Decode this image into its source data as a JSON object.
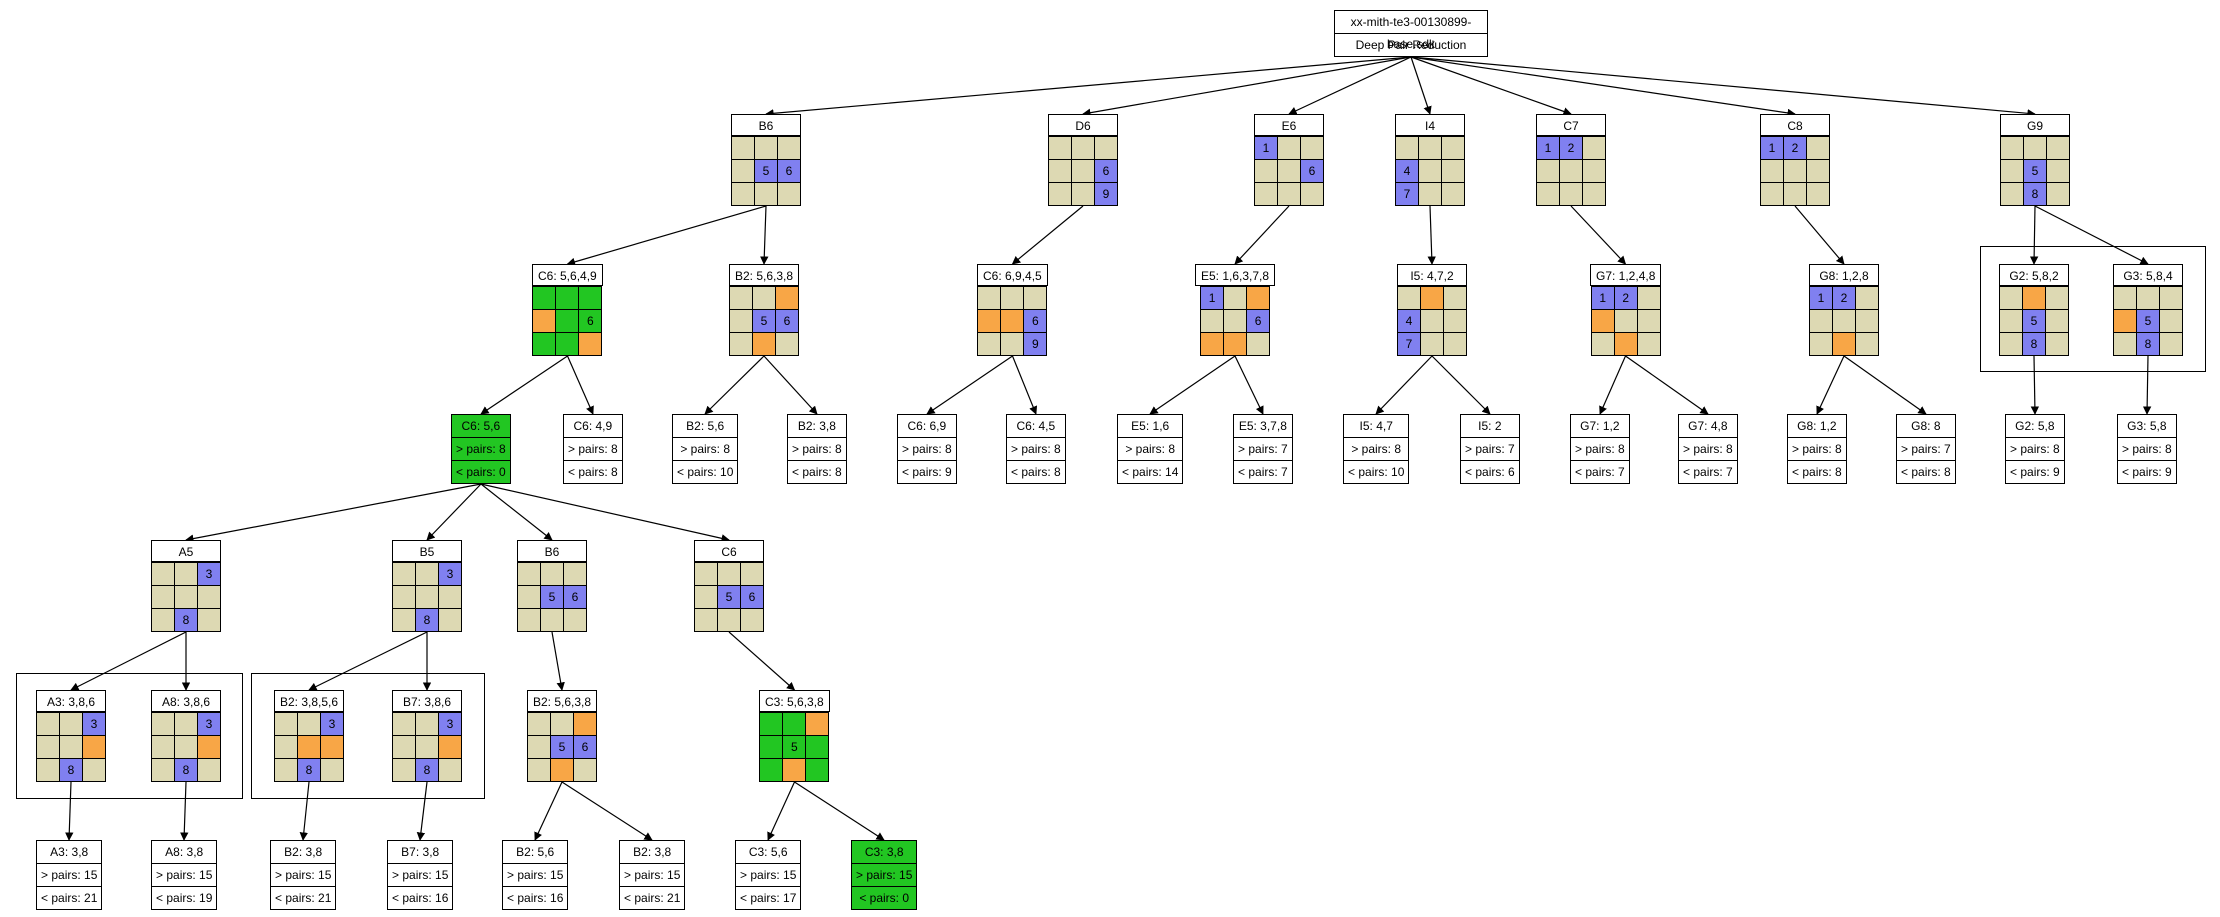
{
  "root": {
    "title": "xx-mith-te3-00130899-base.sdk",
    "subtitle": "Deep Pair Reduction"
  },
  "pair_labels": {
    "gt": "> pairs:",
    "lt": "< pairs:"
  },
  "grid_nodes": {
    "B6a": {
      "title": "B6",
      "cells": [
        "g",
        "g",
        "g",
        "g",
        "b5",
        "b6",
        "g",
        "g",
        "g"
      ]
    },
    "D6": {
      "title": "D6",
      "cells": [
        "g",
        "g",
        "g",
        "g",
        "g",
        "b6",
        "g",
        "g",
        "b9"
      ]
    },
    "E6": {
      "title": "E6",
      "cells": [
        "b1",
        "g",
        "g",
        "g",
        "g",
        "b6",
        "g",
        "g",
        "g"
      ]
    },
    "I4": {
      "title": "I4",
      "cells": [
        "g",
        "g",
        "g",
        "b4",
        "g",
        "g",
        "b7",
        "g",
        "g"
      ]
    },
    "C7": {
      "title": "C7",
      "cells": [
        "b1",
        "b2",
        "g",
        "g",
        "g",
        "g",
        "g",
        "g",
        "g"
      ]
    },
    "C8": {
      "title": "C8",
      "cells": [
        "b1",
        "b2",
        "g",
        "g",
        "g",
        "g",
        "g",
        "g",
        "g"
      ]
    },
    "G9": {
      "title": "G9",
      "cells": [
        "g",
        "g",
        "g",
        "g",
        "b5",
        "g",
        "g",
        "b8",
        "g"
      ]
    },
    "C6a": {
      "title": "C6: 5,6,4,9",
      "cells": [
        "G",
        "G",
        "G",
        "o",
        "G",
        "G6",
        "G",
        "G",
        "o"
      ]
    },
    "B2a": {
      "title": "B2: 5,6,3,8",
      "cells": [
        "g",
        "g",
        "o",
        "g",
        "b5",
        "b6",
        "g",
        "o",
        "g"
      ]
    },
    "C6b": {
      "title": "C6: 6,9,4,5",
      "cells": [
        "g",
        "g",
        "g",
        "o",
        "o",
        "b6",
        "g",
        "g",
        "b9"
      ]
    },
    "E5": {
      "title": "E5: 1,6,3,7,8",
      "cells": [
        "b1",
        "g",
        "o",
        "g",
        "g",
        "b6",
        "o",
        "o",
        "g"
      ]
    },
    "I5": {
      "title": "I5: 4,7,2",
      "cells": [
        "g",
        "o",
        "g",
        "b4",
        "g",
        "g",
        "b7",
        "g",
        "g"
      ]
    },
    "G7": {
      "title": "G7: 1,2,4,8",
      "cells": [
        "b1",
        "b2",
        "g",
        "o",
        "g",
        "g",
        "g",
        "o",
        "g"
      ]
    },
    "G8": {
      "title": "G8: 1,2,8",
      "cells": [
        "b1",
        "b2",
        "g",
        "g",
        "g",
        "g",
        "g",
        "o",
        "g"
      ]
    },
    "G2": {
      "title": "G2: 5,8,2",
      "cells": [
        "g",
        "o",
        "g",
        "g",
        "b5",
        "g",
        "g",
        "b8",
        "g"
      ]
    },
    "G3": {
      "title": "G3: 5,8,4",
      "cells": [
        "g",
        "g",
        "g",
        "o",
        "b5",
        "g",
        "g",
        "b8",
        "g"
      ]
    },
    "A5": {
      "title": "A5",
      "cells": [
        "g",
        "g",
        "b3",
        "g",
        "g",
        "g",
        "g",
        "b8",
        "g"
      ]
    },
    "B5": {
      "title": "B5",
      "cells": [
        "g",
        "g",
        "b3",
        "g",
        "g",
        "g",
        "g",
        "b8",
        "g"
      ]
    },
    "B6b": {
      "title": "B6",
      "cells": [
        "g",
        "g",
        "g",
        "g",
        "b5",
        "b6",
        "g",
        "g",
        "g"
      ]
    },
    "C6c": {
      "title": "C6",
      "cells": [
        "g",
        "g",
        "g",
        "g",
        "b5",
        "b6",
        "g",
        "g",
        "g"
      ]
    },
    "A3": {
      "title": "A3: 3,8,6",
      "cells": [
        "g",
        "g",
        "b3",
        "g",
        "g",
        "o",
        "g",
        "b8",
        "g"
      ]
    },
    "A8": {
      "title": "A8: 3,8,6",
      "cells": [
        "g",
        "g",
        "b3",
        "g",
        "g",
        "o",
        "g",
        "b8",
        "g"
      ]
    },
    "B2b": {
      "title": "B2: 3,8,5,6",
      "cells": [
        "g",
        "g",
        "b3",
        "g",
        "o",
        "o",
        "g",
        "b8",
        "g"
      ]
    },
    "B7": {
      "title": "B7: 3,8,6",
      "cells": [
        "g",
        "g",
        "b3",
        "g",
        "g",
        "o",
        "g",
        "b8",
        "g"
      ]
    },
    "B2c": {
      "title": "B2: 5,6,3,8",
      "cells": [
        "g",
        "g",
        "o",
        "g",
        "b5",
        "b6",
        "g",
        "o",
        "g"
      ]
    },
    "C3": {
      "title": "C3: 5,6,3,8",
      "cells": [
        "G",
        "G",
        "o",
        "G",
        "G5",
        "G",
        "G",
        "o",
        "G"
      ]
    }
  },
  "leaf_nodes": {
    "C6_56": {
      "title": "C6: 5,6",
      "gt": "8",
      "lt": "0",
      "win": true
    },
    "C6_49": {
      "title": "C6: 4,9",
      "gt": "8",
      "lt": "8",
      "win": false
    },
    "B2_56": {
      "title": "B2: 5,6",
      "gt": "8",
      "lt": "10",
      "win": false
    },
    "B2_38": {
      "title": "B2: 3,8",
      "gt": "8",
      "lt": "8",
      "win": false
    },
    "C6_69": {
      "title": "C6: 6,9",
      "gt": "8",
      "lt": "9",
      "win": false
    },
    "C6_45": {
      "title": "C6: 4,5",
      "gt": "8",
      "lt": "8",
      "win": false
    },
    "E5_16": {
      "title": "E5: 1,6",
      "gt": "8",
      "lt": "14",
      "win": false
    },
    "E5_378": {
      "title": "E5: 3,7,8",
      "gt": "7",
      "lt": "7",
      "win": false
    },
    "I5_47": {
      "title": "I5: 4,7",
      "gt": "8",
      "lt": "10",
      "win": false
    },
    "I5_2": {
      "title": "I5: 2",
      "gt": "7",
      "lt": "6",
      "win": false
    },
    "G7_12": {
      "title": "G7: 1,2",
      "gt": "8",
      "lt": "7",
      "win": false
    },
    "G7_48": {
      "title": "G7: 4,8",
      "gt": "8",
      "lt": "7",
      "win": false
    },
    "G8_12": {
      "title": "G8: 1,2",
      "gt": "8",
      "lt": "8",
      "win": false
    },
    "G8_8": {
      "title": "G8: 8",
      "gt": "7",
      "lt": "8",
      "win": false
    },
    "G2_58": {
      "title": "G2: 5,8",
      "gt": "8",
      "lt": "9",
      "win": false
    },
    "G3_58": {
      "title": "G3: 5,8",
      "gt": "8",
      "lt": "9",
      "win": false
    },
    "A3_38": {
      "title": "A3: 3,8",
      "gt": "15",
      "lt": "21",
      "win": false
    },
    "A8_38": {
      "title": "A8: 3,8",
      "gt": "15",
      "lt": "19",
      "win": false
    },
    "B2b_38": {
      "title": "B2: 3,8",
      "gt": "15",
      "lt": "21",
      "win": false
    },
    "B7_38": {
      "title": "B7: 3,8",
      "gt": "15",
      "lt": "16",
      "win": false
    },
    "B2c_56": {
      "title": "B2: 5,6",
      "gt": "15",
      "lt": "16",
      "win": false
    },
    "B2c_38": {
      "title": "B2: 3,8",
      "gt": "15",
      "lt": "21",
      "win": false
    },
    "C3_56": {
      "title": "C3: 5,6",
      "gt": "15",
      "lt": "17",
      "win": false
    },
    "C3_38": {
      "title": "C3: 3,8",
      "gt": "15",
      "lt": "0",
      "win": true
    }
  },
  "edges": [
    [
      "root",
      "B6a"
    ],
    [
      "root",
      "D6"
    ],
    [
      "root",
      "E6"
    ],
    [
      "root",
      "I4"
    ],
    [
      "root",
      "C7"
    ],
    [
      "root",
      "C8"
    ],
    [
      "root",
      "G9"
    ],
    [
      "B6a",
      "C6a"
    ],
    [
      "B6a",
      "B2a"
    ],
    [
      "D6",
      "C6b"
    ],
    [
      "E6",
      "E5"
    ],
    [
      "I4",
      "I5"
    ],
    [
      "C7",
      "G7"
    ],
    [
      "C8",
      "G8"
    ],
    [
      "G9",
      "G2"
    ],
    [
      "G9",
      "G3"
    ],
    [
      "C6a",
      "C6_56"
    ],
    [
      "C6a",
      "C6_49"
    ],
    [
      "B2a",
      "B2_56"
    ],
    [
      "B2a",
      "B2_38"
    ],
    [
      "C6b",
      "C6_69"
    ],
    [
      "C6b",
      "C6_45"
    ],
    [
      "E5",
      "E5_16"
    ],
    [
      "E5",
      "E5_378"
    ],
    [
      "I5",
      "I5_47"
    ],
    [
      "I5",
      "I5_2"
    ],
    [
      "G7",
      "G7_12"
    ],
    [
      "G7",
      "G7_48"
    ],
    [
      "G8",
      "G8_12"
    ],
    [
      "G8",
      "G8_8"
    ],
    [
      "G2",
      "G2_58"
    ],
    [
      "G3",
      "G3_58"
    ],
    [
      "C6_56",
      "A5"
    ],
    [
      "C6_56",
      "B5"
    ],
    [
      "C6_56",
      "B6b"
    ],
    [
      "C6_56",
      "C6c"
    ],
    [
      "A5",
      "A3"
    ],
    [
      "A5",
      "A8"
    ],
    [
      "B5",
      "B2b"
    ],
    [
      "B5",
      "B7"
    ],
    [
      "B6b",
      "B2c"
    ],
    [
      "C6c",
      "C3"
    ],
    [
      "A3",
      "A3_38"
    ],
    [
      "A8",
      "A8_38"
    ],
    [
      "B2b",
      "B2b_38"
    ],
    [
      "B7",
      "B7_38"
    ],
    [
      "B2c",
      "B2c_56"
    ],
    [
      "B2c",
      "B2c_38"
    ],
    [
      "C3",
      "C3_56"
    ],
    [
      "C3",
      "C3_38"
    ]
  ]
}
